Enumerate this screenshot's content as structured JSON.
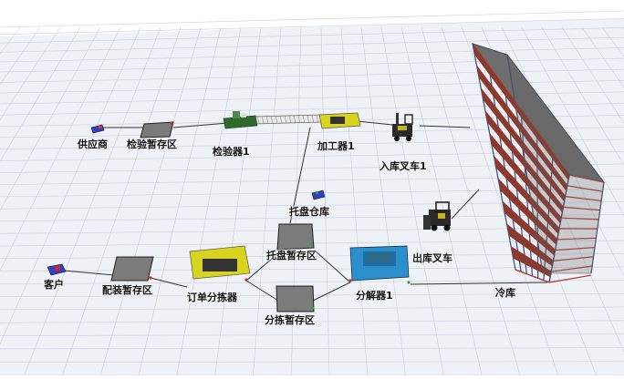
{
  "scene": {
    "floor_color": "#eef1f6",
    "grid_color": "#c8cfdc",
    "connector_color": "#333333",
    "port_out_color": "#d22222",
    "port_in_color": "#22aa33"
  },
  "objects": {
    "supplier": "供应商",
    "inspect_queue": "检验暂存区",
    "inspector": "检验器1",
    "processor": "加工器1",
    "inbound_forklift": "入库叉车1",
    "pallet_store": "托盘仓库",
    "pallet_queue": "托盘暂存区",
    "outbound_forklift": "出库叉车",
    "customer": "客户",
    "assembly_queue": "配装暂存区",
    "order_sorter": "订单分拣器",
    "sort_queue": "分拣暂存区",
    "separator": "分解器1",
    "cold_storage": "冷库"
  },
  "icons": {
    "supplier": "source-icon",
    "customer": "sink-icon",
    "forklift": "forklift-icon",
    "rack": "storage-rack-icon",
    "conveyor": "conveyor-icon"
  },
  "colors": {
    "queue_top": "#7b7b7b",
    "sorter_yellow": "#d7d31f",
    "separator_blue": "#2b8fce",
    "inspector_green": "#3f7a3b",
    "rack_red": "#b23a2a",
    "rack_blue": "#3a4a7a",
    "forklift_dark": "#2a2a2a"
  }
}
